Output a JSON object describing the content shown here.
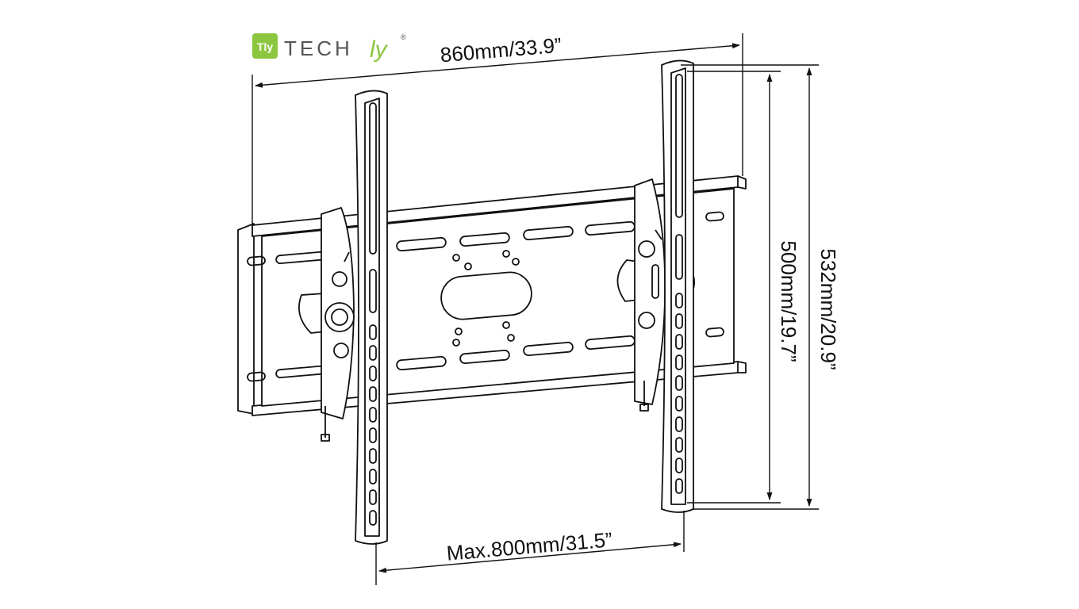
{
  "brand": {
    "logo_mark": "Tly",
    "name_main": "TECH",
    "name_accent": "ly",
    "registered": "®",
    "accent_color": "#8cc63f",
    "text_color": "#555555"
  },
  "dimensions": {
    "total_width": "860mm/33.9”",
    "vesa_max_width": "Max.800mm/31.5”",
    "vesa_height": "500mm/19.7”",
    "total_height": "532mm/20.9”"
  },
  "colors": {
    "line": "#111111",
    "background": "#ffffff"
  }
}
